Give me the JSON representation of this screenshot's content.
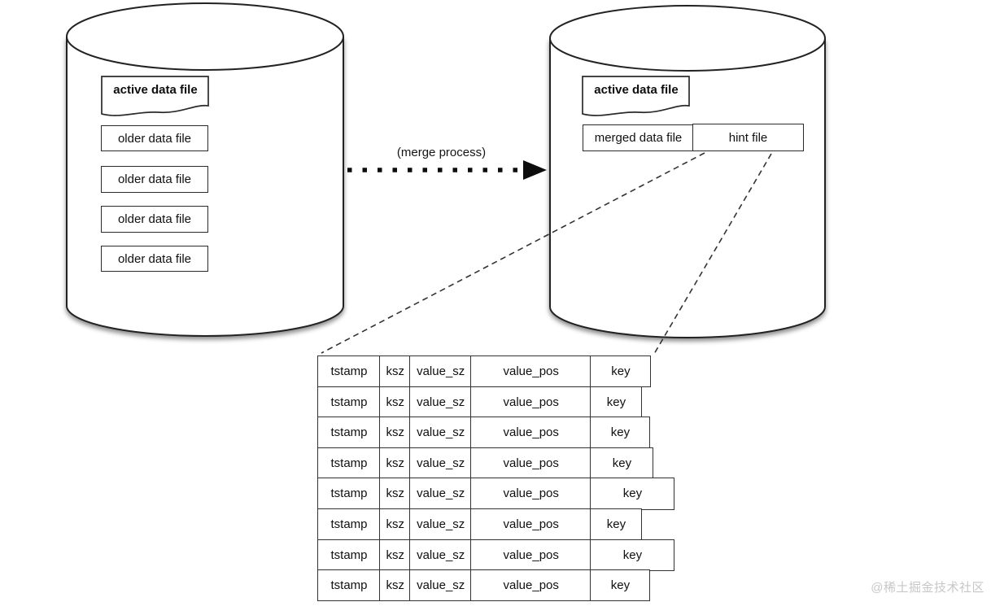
{
  "left_cylinder": {
    "active_file": "active data file",
    "older_files": [
      "older data file",
      "older data file",
      "older data file",
      "older data file"
    ]
  },
  "merge_arrow": {
    "label": "(merge process)"
  },
  "right_cylinder": {
    "active_file": "active data file",
    "merged_file": "merged data file",
    "hint_file": "hint file"
  },
  "hint_record_table": {
    "columns": [
      "tstamp",
      "ksz",
      "value_sz",
      "value_pos",
      "key"
    ],
    "rows": [
      [
        "tstamp",
        "ksz",
        "value_sz",
        "value_pos",
        "key"
      ],
      [
        "tstamp",
        "ksz",
        "value_sz",
        "value_pos",
        "key"
      ],
      [
        "tstamp",
        "ksz",
        "value_sz",
        "value_pos",
        "key"
      ],
      [
        "tstamp",
        "ksz",
        "value_sz",
        "value_pos",
        "key"
      ],
      [
        "tstamp",
        "ksz",
        "value_sz",
        "value_pos",
        "key"
      ],
      [
        "tstamp",
        "ksz",
        "value_sz",
        "value_pos",
        "key"
      ],
      [
        "tstamp",
        "ksz",
        "value_sz",
        "value_pos",
        "key"
      ],
      [
        "tstamp",
        "ksz",
        "value_sz",
        "value_pos",
        "key"
      ]
    ],
    "key_cell_widths": [
      75,
      64,
      74,
      78,
      104,
      64,
      104,
      74
    ]
  },
  "watermark": "@稀土掘金技术社区",
  "colors": {
    "line": "#222222",
    "text": "#111111",
    "watermark": "#c7c7c7",
    "background": "#ffffff"
  }
}
